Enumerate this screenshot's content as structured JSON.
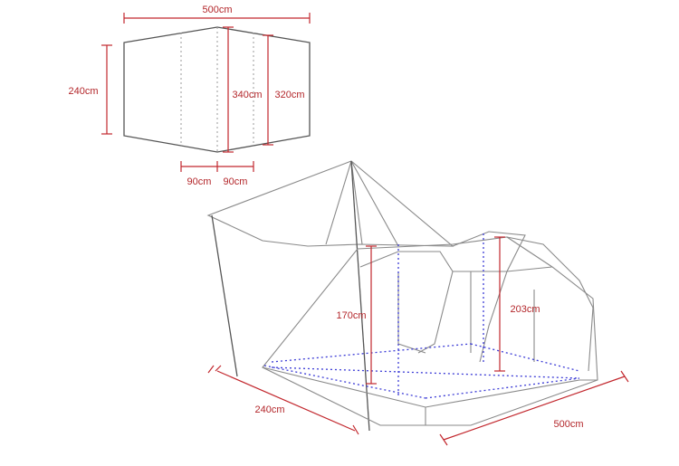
{
  "floor_plan": {
    "length_label": "500cm",
    "width_label": "240cm",
    "inner_height_a_label": "340cm",
    "inner_height_b_label": "320cm",
    "segment_a_label": "90cm",
    "segment_b_label": "90cm"
  },
  "tent_view": {
    "awning_height_label": "170cm",
    "inner_height_label": "203cm",
    "front_width_label": "240cm",
    "side_length_label": "500cm"
  },
  "colors": {
    "dimension": "#c2272d",
    "outline": "#8a8a8a",
    "dotted_guide": "#3b3bd6"
  }
}
